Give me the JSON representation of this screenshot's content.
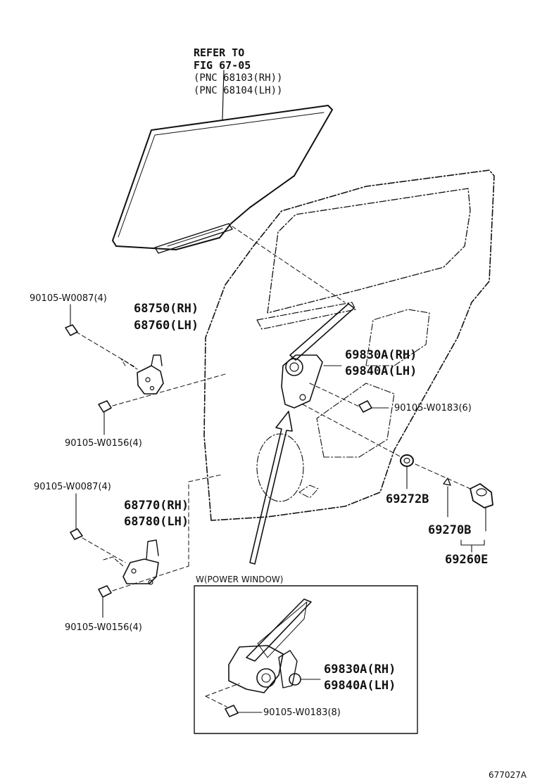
{
  "refer": {
    "line1": "REFER TO",
    "line2": "FIG 67-05",
    "line3": "(PNC 68103(RH))",
    "line4": "(PNC 68104(LH))"
  },
  "upper_hinge": {
    "bolt_top": "90105-W0087(4)",
    "rh": "68750(RH)",
    "lh": "68760(LH)",
    "bolt_bottom": "90105-W0156(4)"
  },
  "lower_hinge": {
    "bolt_top": "90105-W0087(4)",
    "rh": "68770(RH)",
    "lh": "68780(LH)",
    "bolt_bottom": "90105-W0156(4)"
  },
  "regulator": {
    "rh": "69830A(RH)",
    "lh": "69840A(LH)",
    "bolt": "90105-W0183(6)"
  },
  "handle": {
    "grommet": "69272B",
    "cap": "69270B",
    "assembly": "69260E"
  },
  "power_window": {
    "title": "W(POWER WINDOW)",
    "rh": "69830A(RH)",
    "lh": "69840A(LH)",
    "bolt": "90105-W0183(8)"
  },
  "figure_code": "677027A"
}
